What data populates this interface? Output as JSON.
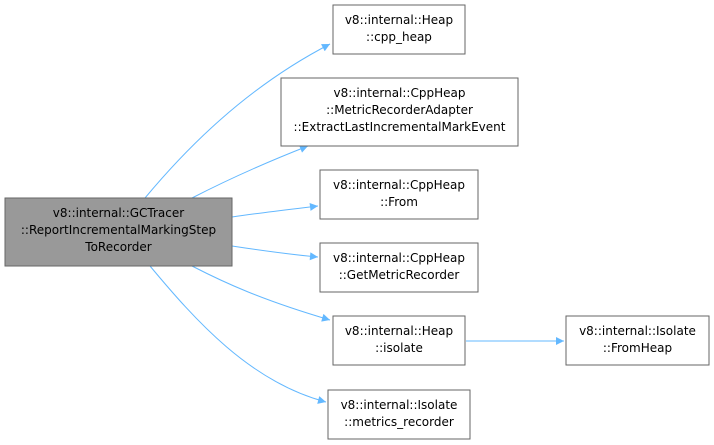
{
  "colors": {
    "edge": "#63b8ff",
    "node_border": "#666666",
    "root_fill": "#999999",
    "node_fill": "#ffffff"
  },
  "nodes": {
    "root": [
      "v8::internal::GCTracer",
      "::ReportIncrementalMarkingStep",
      "ToRecorder"
    ],
    "heap_cpp_heap": [
      "v8::internal::Heap",
      "::cpp_heap"
    ],
    "metric_recorder_adapter": [
      "v8::internal::CppHeap",
      "::MetricRecorderAdapter",
      "::ExtractLastIncrementalMarkEvent"
    ],
    "cppheap_from": [
      "v8::internal::CppHeap",
      "::From"
    ],
    "cppheap_get_metric_recorder": [
      "v8::internal::CppHeap",
      "::GetMetricRecorder"
    ],
    "heap_isolate": [
      "v8::internal::Heap",
      "::isolate"
    ],
    "isolate_from_heap": [
      "v8::internal::Isolate",
      "::FromHeap"
    ],
    "isolate_metrics_recorder": [
      "v8::internal::Isolate",
      "::metrics_recorder"
    ]
  }
}
